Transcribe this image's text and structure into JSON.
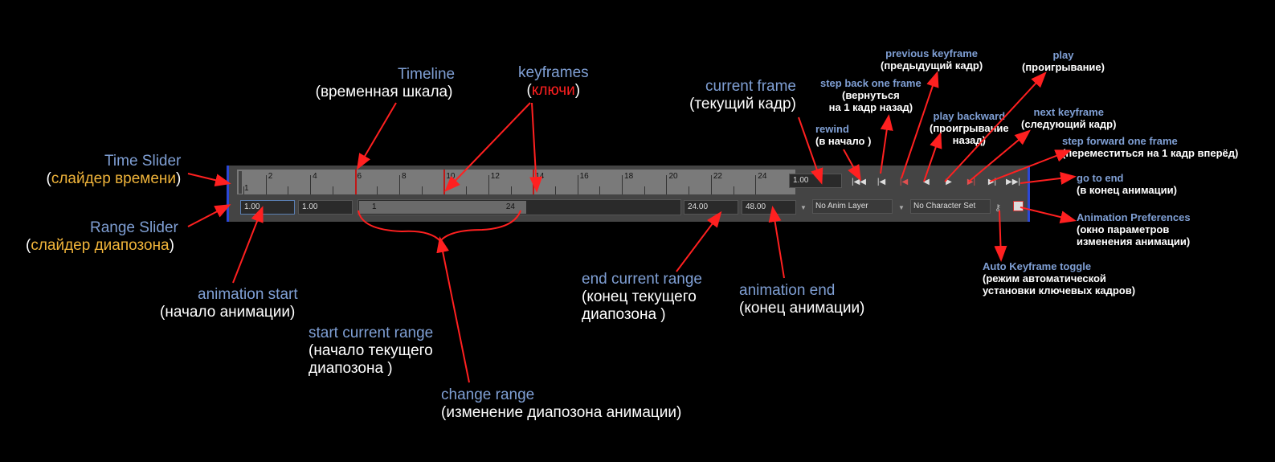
{
  "timeline": {
    "ticks": [
      "2",
      "4",
      "6",
      "8",
      "10",
      "12",
      "14",
      "16",
      "18",
      "20",
      "22",
      "24"
    ],
    "start_frame": "1",
    "current_frame": "1.00",
    "anim_start": "1.00",
    "range_start": "1.00",
    "range_slider_start": "1",
    "range_slider_end": "24",
    "range_end": "24.00",
    "anim_end": "48.00",
    "anim_layer": "No Anim Layer",
    "char_set": "No Character Set",
    "keyframes_frames": [
      6,
      10,
      14
    ]
  },
  "icons": {
    "rewind": "rewind-icon",
    "step_back": "step-back-icon",
    "prev_key": "prev-key-icon",
    "play_back": "play-backward-icon",
    "play": "play-icon",
    "next_key": "next-key-icon",
    "step_forward": "step-forward-icon",
    "go_end": "go-to-end-icon",
    "auto_key": "key-icon",
    "anim_prefs": "preferences-icon"
  },
  "labels": {
    "timeline": {
      "en": "Timeline",
      "ru": "(временная шкала)"
    },
    "keyframes": {
      "en": "keyframes",
      "ru_open": "(",
      "ru": "ключи",
      "ru_close": ")"
    },
    "current_frame": {
      "en": "current frame",
      "ru": "(текущий кадр)"
    },
    "time_slider": {
      "en": "Time Slider",
      "ru_open": "(",
      "ru": "слайдер времени",
      "ru_close": ")"
    },
    "range_slider": {
      "en": "Range Slider",
      "ru_open": "(",
      "ru": "слайдер диапозона",
      "ru_close": ")"
    },
    "anim_start": {
      "en": "animation start",
      "ru": "(начало анимации)"
    },
    "start_current_range": {
      "en": "start current range",
      "ru1": "(начало текущего",
      "ru2": "диапозона )"
    },
    "change_range": {
      "en": "change range",
      "ru": "(изменение диапозона анимации)"
    },
    "end_current_range": {
      "en": "end current range",
      "ru1": "(конец текущего",
      "ru2": "диапозона )"
    },
    "anim_end": {
      "en": "animation end",
      "ru": "(конец анимации)"
    },
    "rewind": {
      "en": "rewind",
      "ru": "(в начало )"
    },
    "step_back": {
      "en": "step back one frame",
      "ru1": "(вернуться",
      "ru2": "на 1 кадр назад)"
    },
    "prev_key": {
      "en": "previous keyframe",
      "ru": "(предыдущий кадр)"
    },
    "play_back": {
      "en": "play backward",
      "ru1": "(проигрывание",
      "ru2": "назад)"
    },
    "play": {
      "en": "play",
      "ru": "(проигрывание)"
    },
    "next_key": {
      "en": "next keyframe",
      "ru": "(следующий кадр)"
    },
    "step_forward": {
      "en": "step forward one frame",
      "ru": "(переместиться на 1 кадр вперёд)"
    },
    "go_end": {
      "en": "go to end",
      "ru": "(в конец анимации)"
    },
    "anim_prefs": {
      "en": "Animation Preferences",
      "ru1": "(окно параметров",
      "ru2": "изменения анимации)"
    },
    "auto_key": {
      "en": "Auto Keyframe toggle",
      "ru1": "(режим автоматической",
      "ru2": "установки ключевых кадров)"
    }
  }
}
